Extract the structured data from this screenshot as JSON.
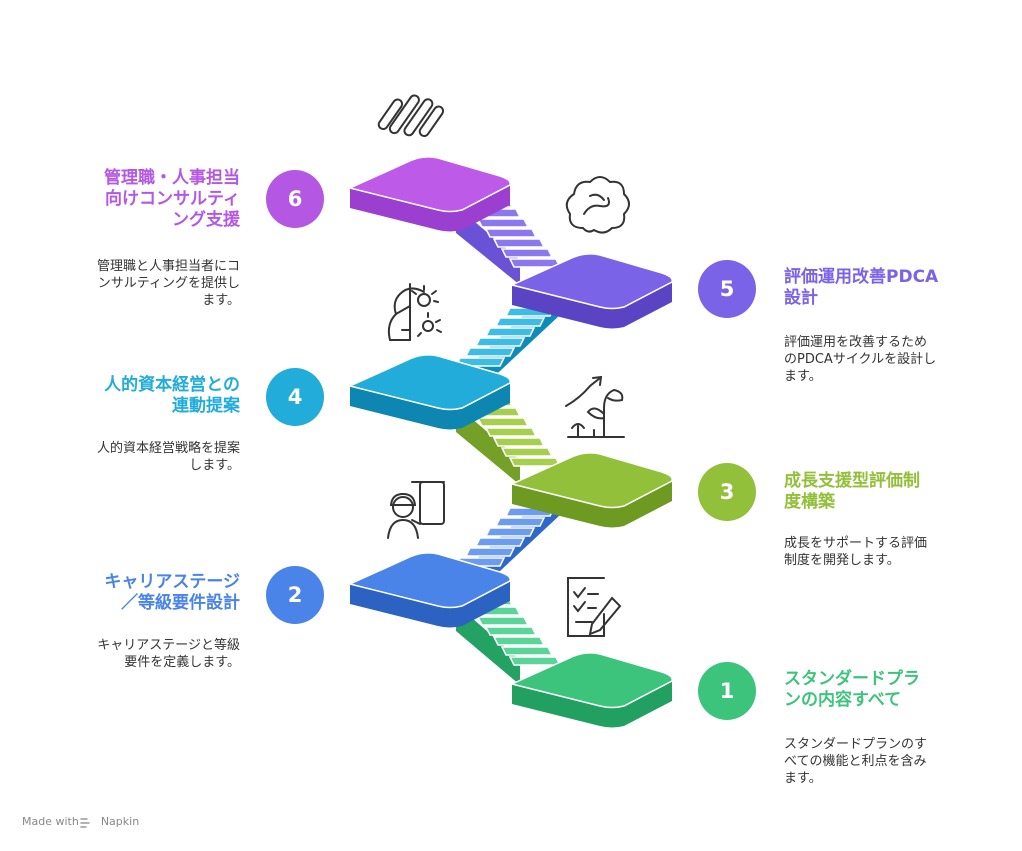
{
  "steps": [
    {
      "num": "1",
      "title": "スタンダードプランの内容すべて",
      "title_l1": "スタンダードプラ",
      "title_l2": "ンの内容すべて",
      "desc_l1": "スタンダードプランのす",
      "desc_l2": "べての機能と利点を含み",
      "desc_l3": "ます。",
      "color": "#3cc47c",
      "icon": "checklist-icon"
    },
    {
      "num": "2",
      "title_l1": "キャリアステージ",
      "title_l2": "／等級要件設計",
      "desc_l1": "キャリアステージと等級",
      "desc_l2": "要件を定義します。",
      "color": "#4a84e8",
      "icon": "engineer-blueprint-icon"
    },
    {
      "num": "3",
      "title_l1": "成長支援型評価制",
      "title_l2": "度構築",
      "desc_l1": "成長をサポートする評価",
      "desc_l2": "制度を開発します。",
      "color": "#93c03a",
      "icon": "growth-plant-icon"
    },
    {
      "num": "4",
      "title_l1": "人的資本経営との",
      "title_l2": "連動提案",
      "desc_l1": "人的資本経営戦略を提案",
      "desc_l2": "します。",
      "color": "#1eaad8",
      "icon": "head-gears-icon"
    },
    {
      "num": "5",
      "title_l1": "評価運用改善PDCA",
      "title_l2": "設計",
      "desc_l1": "評価運用を改善するため",
      "desc_l2": "のPDCAサイクルを設計し",
      "desc_l3": "ます。",
      "color": "#7b63e8",
      "icon": "cloud-cycle-icon"
    },
    {
      "num": "6",
      "title_l1": "管理職・人事担当",
      "title_l2": "向けコンサルティ",
      "title_l3": "ング支援",
      "desc_l1": "管理職と人事担当者にコ",
      "desc_l2": "ンサルティングを提供し",
      "desc_l3": "ます。",
      "color": "#b458e4",
      "icon": "dna-strands-icon"
    }
  ],
  "footer": {
    "made_with": "Made with",
    "brand": "Napkin"
  }
}
